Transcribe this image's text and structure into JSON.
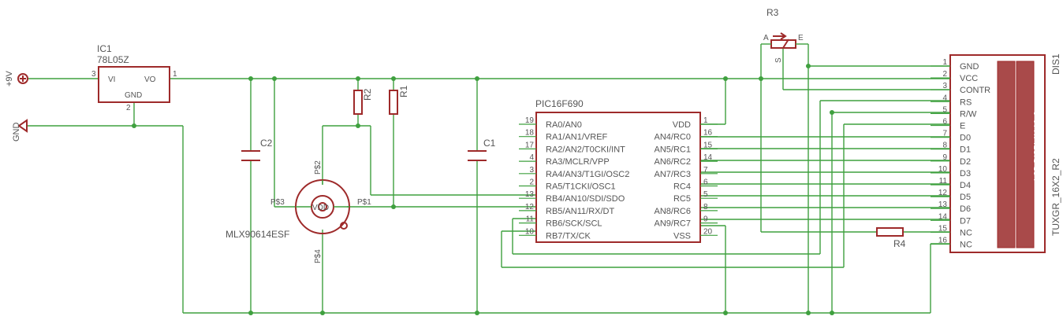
{
  "power": {
    "plus9v": "+9V",
    "gnd": "GND"
  },
  "ic1": {
    "name": "IC1",
    "value": "78L05Z",
    "vi": "VI",
    "vo": "VO",
    "gnd": "GND",
    "pin_vi": "3",
    "pin_vo": "1",
    "pin_gnd": "2"
  },
  "c2": "C2",
  "c1": "C1",
  "r1": "R1",
  "r2": "R2",
  "r3": "R3",
  "r4": "R4",
  "r3_pins": {
    "a": "A",
    "e": "E",
    "s": "S"
  },
  "sensor": {
    "name": "MLX90614ESF",
    "p1": "P$1",
    "p2": "P$2",
    "p3": "P$3",
    "p4": "P$4",
    "center": "VDD"
  },
  "pic": {
    "name": "PIC16F690",
    "left_pins": [
      {
        "num": "19",
        "label": "RA0/AN0"
      },
      {
        "num": "18",
        "label": "RA1/AN1/VREF"
      },
      {
        "num": "17",
        "label": "RA2/AN2/T0CKI/INT"
      },
      {
        "num": "4",
        "label": "RA3/MCLR/VPP"
      },
      {
        "num": "3",
        "label": "RA4/AN3/T1GI/OSC2"
      },
      {
        "num": "2",
        "label": "RA5/T1CKI/OSC1"
      },
      {
        "num": "13",
        "label": "RB4/AN10/SDI/SDO"
      },
      {
        "num": "12",
        "label": "RB5/AN11/RX/DT"
      },
      {
        "num": "11",
        "label": "RB6/SCK/SCL"
      },
      {
        "num": "10",
        "label": "RB7/TX/CK"
      }
    ],
    "right_pins": [
      {
        "num": "1",
        "label": "VDD"
      },
      {
        "num": "16",
        "label": "AN4/RC0"
      },
      {
        "num": "15",
        "label": "AN5/RC1"
      },
      {
        "num": "14",
        "label": "AN6/RC2"
      },
      {
        "num": "7",
        "label": "AN7/RC3"
      },
      {
        "num": "6",
        "label": "RC4"
      },
      {
        "num": "5",
        "label": "RC5"
      },
      {
        "num": "8",
        "label": "AN8/RC6"
      },
      {
        "num": "9",
        "label": "AN9/RC7"
      },
      {
        "num": "20",
        "label": "VSS"
      }
    ]
  },
  "lcd": {
    "name": "DIS1",
    "model": "TUXGR_16X2_R2",
    "display_label": "LCD DISPLAY 16x2",
    "pins": [
      {
        "num": "1",
        "label": "GND"
      },
      {
        "num": "2",
        "label": "VCC"
      },
      {
        "num": "3",
        "label": "CONTR"
      },
      {
        "num": "4",
        "label": "RS"
      },
      {
        "num": "5",
        "label": "R/W"
      },
      {
        "num": "6",
        "label": "E"
      },
      {
        "num": "7",
        "label": "D0"
      },
      {
        "num": "8",
        "label": "D1"
      },
      {
        "num": "9",
        "label": "D2"
      },
      {
        "num": "10",
        "label": "D3"
      },
      {
        "num": "11",
        "label": "D4"
      },
      {
        "num": "12",
        "label": "D5"
      },
      {
        "num": "13",
        "label": "D6"
      },
      {
        "num": "14",
        "label": "D7"
      },
      {
        "num": "15",
        "label": "NC"
      },
      {
        "num": "16",
        "label": "NC"
      }
    ]
  }
}
